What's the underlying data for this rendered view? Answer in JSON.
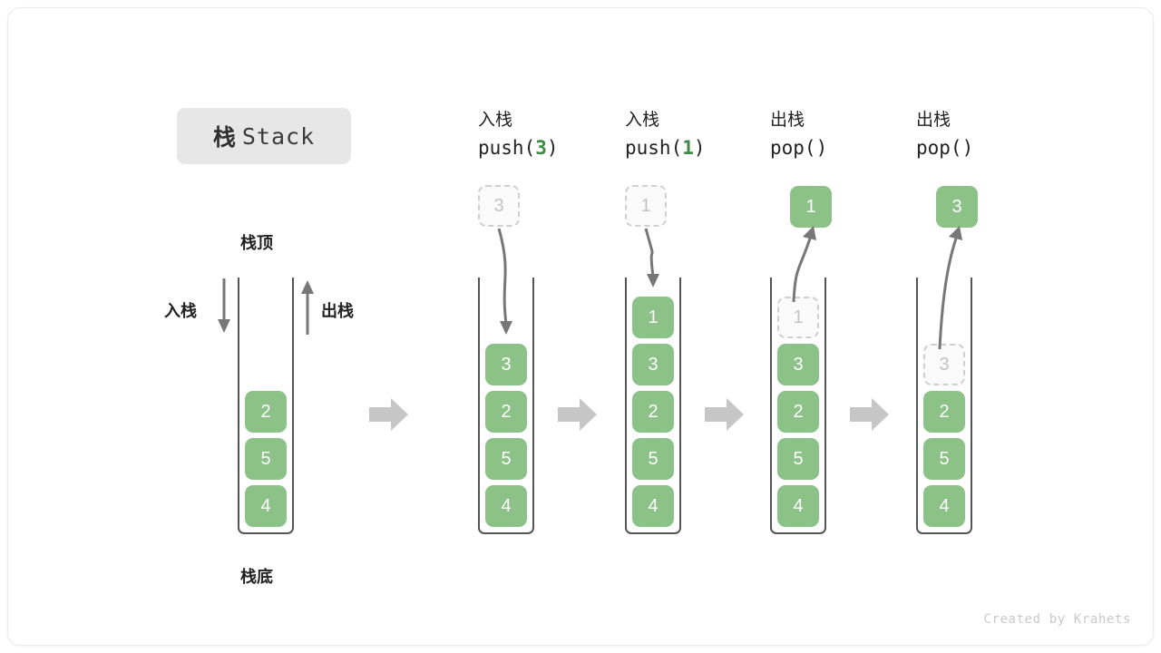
{
  "title": {
    "cjk": "栈",
    "latin": "Stack"
  },
  "labels": {
    "top": "栈顶",
    "bottom": "栈底",
    "push_side": "入栈",
    "pop_side": "出栈"
  },
  "credit": "Created by Krahets",
  "colors": {
    "element_fill": "#8cc287",
    "element_text": "#ffffff",
    "ghost_fill": "#fafafa",
    "ghost_border": "#cfcfcf",
    "ghost_text": "#c3c3c3",
    "arrow_gray": "#777777",
    "block_arrow": "#c6c6c6",
    "accent_arg": "#3c8a43",
    "badge_bg": "#e7e7e7",
    "container_stroke": "#555555"
  },
  "initial_stack": {
    "name": "initial",
    "elements": [
      "2",
      "5",
      "4"
    ]
  },
  "steps": [
    {
      "op": "push",
      "title_cjk": "入栈",
      "code_prefix": "push(",
      "code_arg": "3",
      "code_suffix": ")",
      "floating_value": "3",
      "floating_style": "ghost",
      "ghost_in_stack": null,
      "elements": [
        "3",
        "2",
        "5",
        "4"
      ]
    },
    {
      "op": "push",
      "title_cjk": "入栈",
      "code_prefix": "push(",
      "code_arg": "1",
      "code_suffix": ")",
      "floating_value": "1",
      "floating_style": "ghost",
      "ghost_in_stack": null,
      "elements": [
        "1",
        "3",
        "2",
        "5",
        "4"
      ]
    },
    {
      "op": "pop",
      "title_cjk": "出栈",
      "code_prefix": "pop(",
      "code_arg": "",
      "code_suffix": ")",
      "floating_value": "1",
      "floating_style": "solid",
      "ghost_in_stack": "1",
      "elements": [
        "3",
        "2",
        "5",
        "4"
      ]
    },
    {
      "op": "pop",
      "title_cjk": "出栈",
      "code_prefix": "pop(",
      "code_arg": "",
      "code_suffix": ")",
      "floating_value": "3",
      "floating_style": "solid",
      "ghost_in_stack": "3",
      "elements": [
        "2",
        "5",
        "4"
      ]
    }
  ]
}
